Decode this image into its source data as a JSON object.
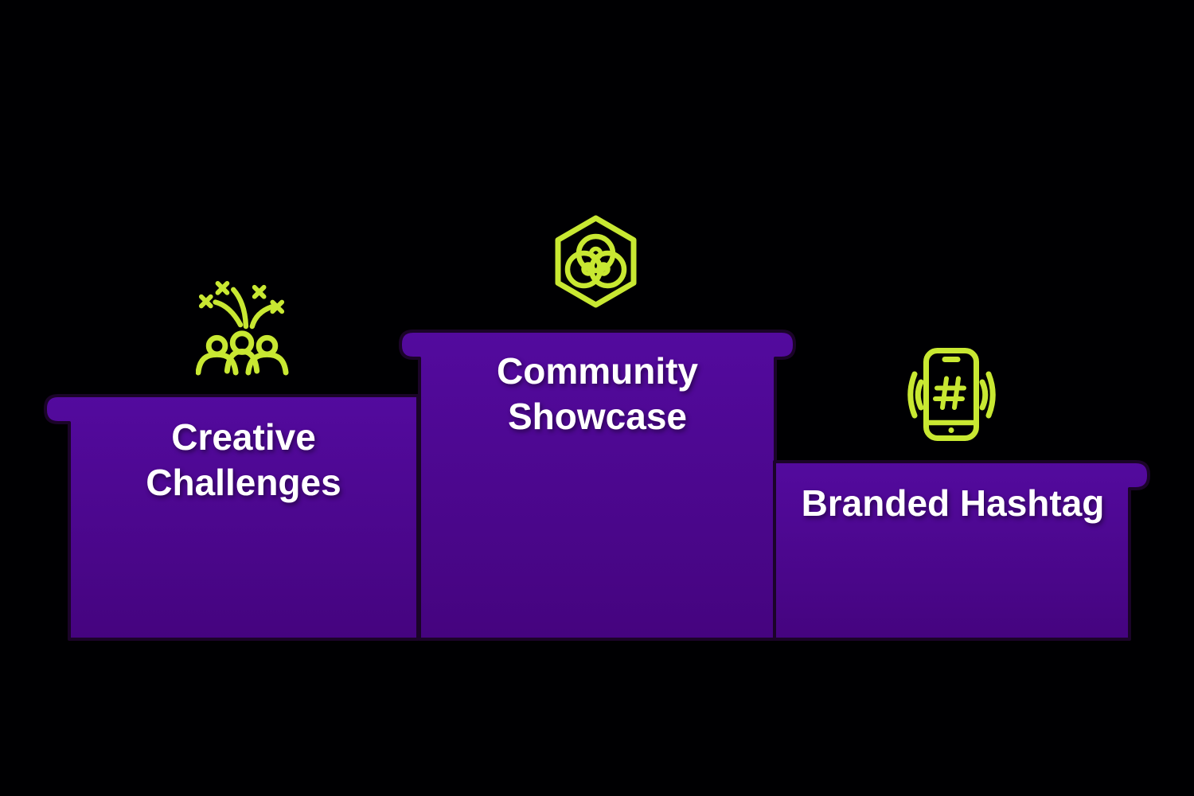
{
  "diagram": {
    "type": "podium",
    "theme": {
      "background": "#000002",
      "block_purple_top": "#530A9E",
      "block_purple_bottom": "#45047F",
      "block_outline": "#1B0429",
      "icon_green": "#C8E832",
      "label_text": "#FFFFFF"
    },
    "items": [
      {
        "rank": 2,
        "position": "left",
        "label": "Creative Challenges",
        "icon": "celebration-crowd-icon"
      },
      {
        "rank": 1,
        "position": "center",
        "label": "Community Showcase",
        "icon": "community-trefoil-hexagon-icon"
      },
      {
        "rank": 3,
        "position": "right",
        "label": "Branded Hashtag",
        "icon": "hashtag-phone-icon"
      }
    ]
  }
}
